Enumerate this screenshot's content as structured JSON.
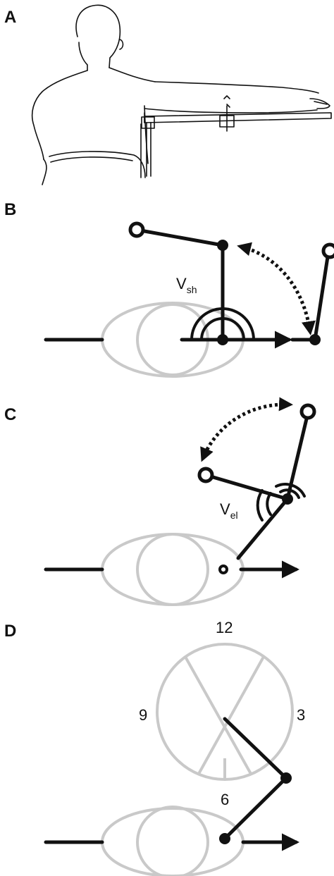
{
  "panels": {
    "a": {
      "label": "A"
    },
    "b": {
      "label": "B",
      "angle_label": "V",
      "angle_sub": "sh"
    },
    "c": {
      "label": "C",
      "angle_label": "V",
      "angle_sub": "el"
    },
    "d": {
      "label": "D",
      "clock_12": "12",
      "clock_3": "3",
      "clock_6": "6",
      "clock_9": "9"
    }
  },
  "colors": {
    "ink": "#111111",
    "body_outline": "#c9c9c9",
    "background": "#ffffff"
  }
}
